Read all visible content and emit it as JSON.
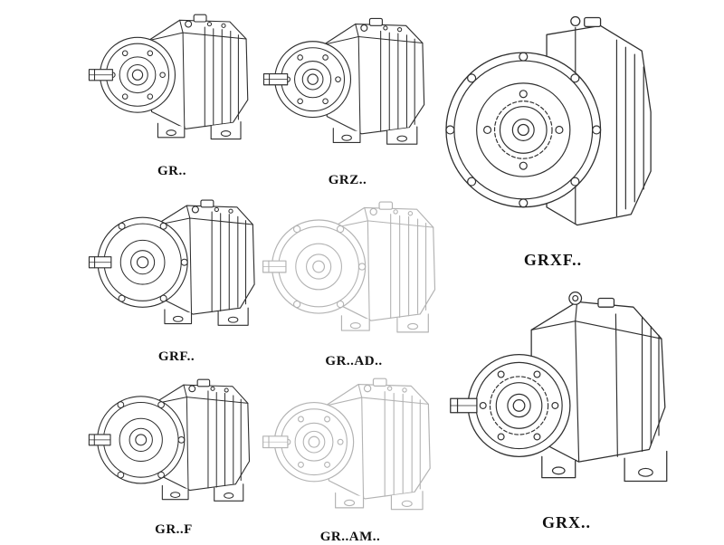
{
  "page": {
    "background": "#ffffff",
    "line_color": "#2f2f2f",
    "faded_opacity": "0.36"
  },
  "figures": [
    {
      "id": "gr",
      "label": "GR..",
      "style": "solid",
      "view": "iso-foot-mounted"
    },
    {
      "id": "grz",
      "label": "GRZ..",
      "style": "solid",
      "view": "iso-foot-mounted"
    },
    {
      "id": "grxf",
      "label": "GRXF..",
      "style": "solid",
      "view": "front-flange"
    },
    {
      "id": "grf",
      "label": "GRF..",
      "style": "solid",
      "view": "iso-flange"
    },
    {
      "id": "grad",
      "label": "GR..AD..",
      "style": "faded",
      "view": "iso-flange"
    },
    {
      "id": "grx",
      "label": "GRX..",
      "style": "solid",
      "view": "iso-large-foot"
    },
    {
      "id": "grff",
      "label": "GR..F",
      "style": "solid",
      "view": "iso-flange"
    },
    {
      "id": "gram",
      "label": "GR..AM..",
      "style": "faded",
      "view": "iso-foot-mounted"
    }
  ]
}
